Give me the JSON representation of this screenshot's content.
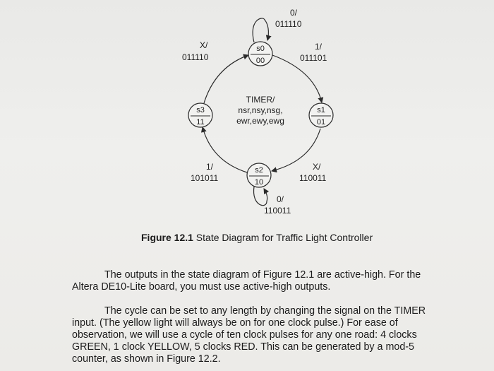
{
  "diagram": {
    "states": [
      {
        "name": "s0",
        "code": "00"
      },
      {
        "name": "s1",
        "code": "01"
      },
      {
        "name": "s2",
        "code": "10"
      },
      {
        "name": "s3",
        "code": "11"
      }
    ],
    "center_label": [
      "TIMER/",
      "nsr,nsy,nsg,",
      "ewr,ewy,ewg"
    ],
    "transitions": {
      "s0_self": [
        "0/",
        "011110"
      ],
      "s0_to_s1": [
        "1/",
        "011101"
      ],
      "s1_to_s2": [
        "X/",
        "110011"
      ],
      "s2_self": [
        "0/",
        "110011"
      ],
      "s2_to_s3": [
        "1/",
        "101011"
      ],
      "s3_to_s0": [
        "X/",
        "011110"
      ]
    }
  },
  "caption": {
    "prefix": "Figure 12.1",
    "text": " State Diagram for Traffic Light Controller"
  },
  "paragraphs": {
    "p1": [
      "The outputs in the state diagram of Figure 12.1 are active-high. For the",
      "Altera DE10-Lite board, you must use active-high outputs."
    ],
    "p2": [
      "The cycle can be set to any length by changing the signal on the TIMER",
      "input. (The yellow light will always be on for one clock pulse.) For ease of",
      "observation, we will use a cycle of ten clock pulses for any one road: 4 clocks",
      "GREEN, 1 clock YELLOW, 5 clocks RED. This can be generated by a mod-5",
      "counter, as shown in Figure 12.2."
    ]
  }
}
